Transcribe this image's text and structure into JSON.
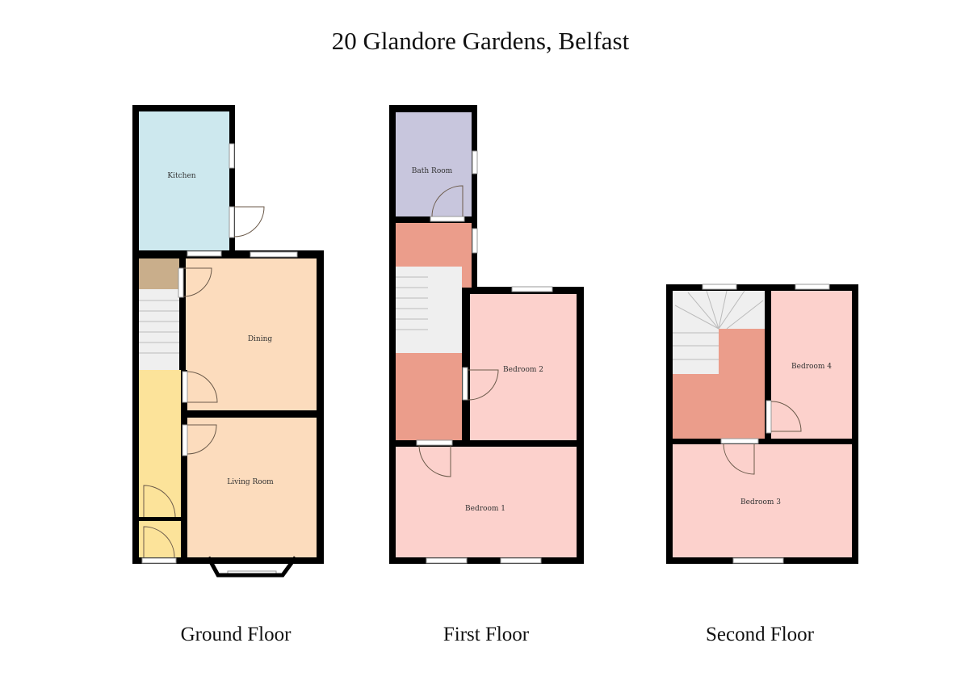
{
  "title": "20 Glandore Gardens, Belfast",
  "colors": {
    "wall": "#000000",
    "kitchen": "#cde8ee",
    "reception": "#fcdcbd",
    "hall": "#fce39a",
    "store": "#c9ae8b",
    "stairs": "#efefef",
    "bathroom": "#c8c6dd",
    "landing": "#eb9d8b",
    "bedroom": "#fcd1cc"
  },
  "floors": [
    {
      "name": "Ground Floor",
      "rooms": [
        "Kitchen",
        "Dining",
        "Living Room"
      ]
    },
    {
      "name": "First Floor",
      "rooms": [
        "Bath Room",
        "Bedroom 2",
        "Bedroom 1"
      ]
    },
    {
      "name": "Second Floor",
      "rooms": [
        "Bedroom 4",
        "Bedroom 3"
      ]
    }
  ]
}
